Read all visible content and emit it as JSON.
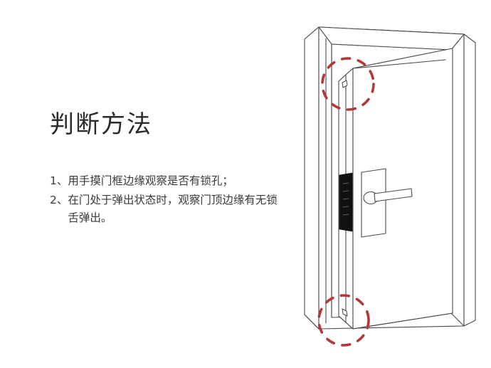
{
  "page": {
    "background_color": "#ffffff",
    "title": "判断方法"
  },
  "text_panel": {
    "title": "判断方法",
    "instructions": [
      {
        "index": "1、",
        "text": "用手摸门框边缘观察是否有锁孔；"
      },
      {
        "index": "2、",
        "text": "在门处于弹出状态时，观察门顶边缘有无锁舌弹出。"
      }
    ]
  },
  "illustration": {
    "name": "door-with-smart-lock-diagram",
    "description": "线稿透视图：门框内一扇微开的门，门边缘装有密码锁面板与把手",
    "line_color": "#4a4a4a",
    "fill_color": "#ffffff",
    "keypad_color": "#111111",
    "highlight_color": "#b03a3a",
    "parts": [
      {
        "name": "door-frame",
        "label": "门框"
      },
      {
        "name": "door-panel",
        "label": "门扇"
      },
      {
        "name": "door-top-edge",
        "label": "门顶边缘"
      },
      {
        "name": "door-bottom-edge",
        "label": "门底边缘"
      },
      {
        "name": "lock-keypad-strip",
        "label": "密码锁面板"
      },
      {
        "name": "lock-escutcheon",
        "label": "锁面板"
      },
      {
        "name": "lever-handle",
        "label": "门把手"
      },
      {
        "name": "top-latch-hole",
        "label": "顶部锁孔"
      },
      {
        "name": "bottom-latch-hole",
        "label": "底部锁孔"
      }
    ],
    "highlights": [
      {
        "name": "top-highlight-circle",
        "target": "门顶边缘锁孔",
        "color": "#b03a3a"
      },
      {
        "name": "bottom-highlight-circle",
        "target": "门底边缘锁孔",
        "color": "#b03a3a"
      }
    ]
  }
}
